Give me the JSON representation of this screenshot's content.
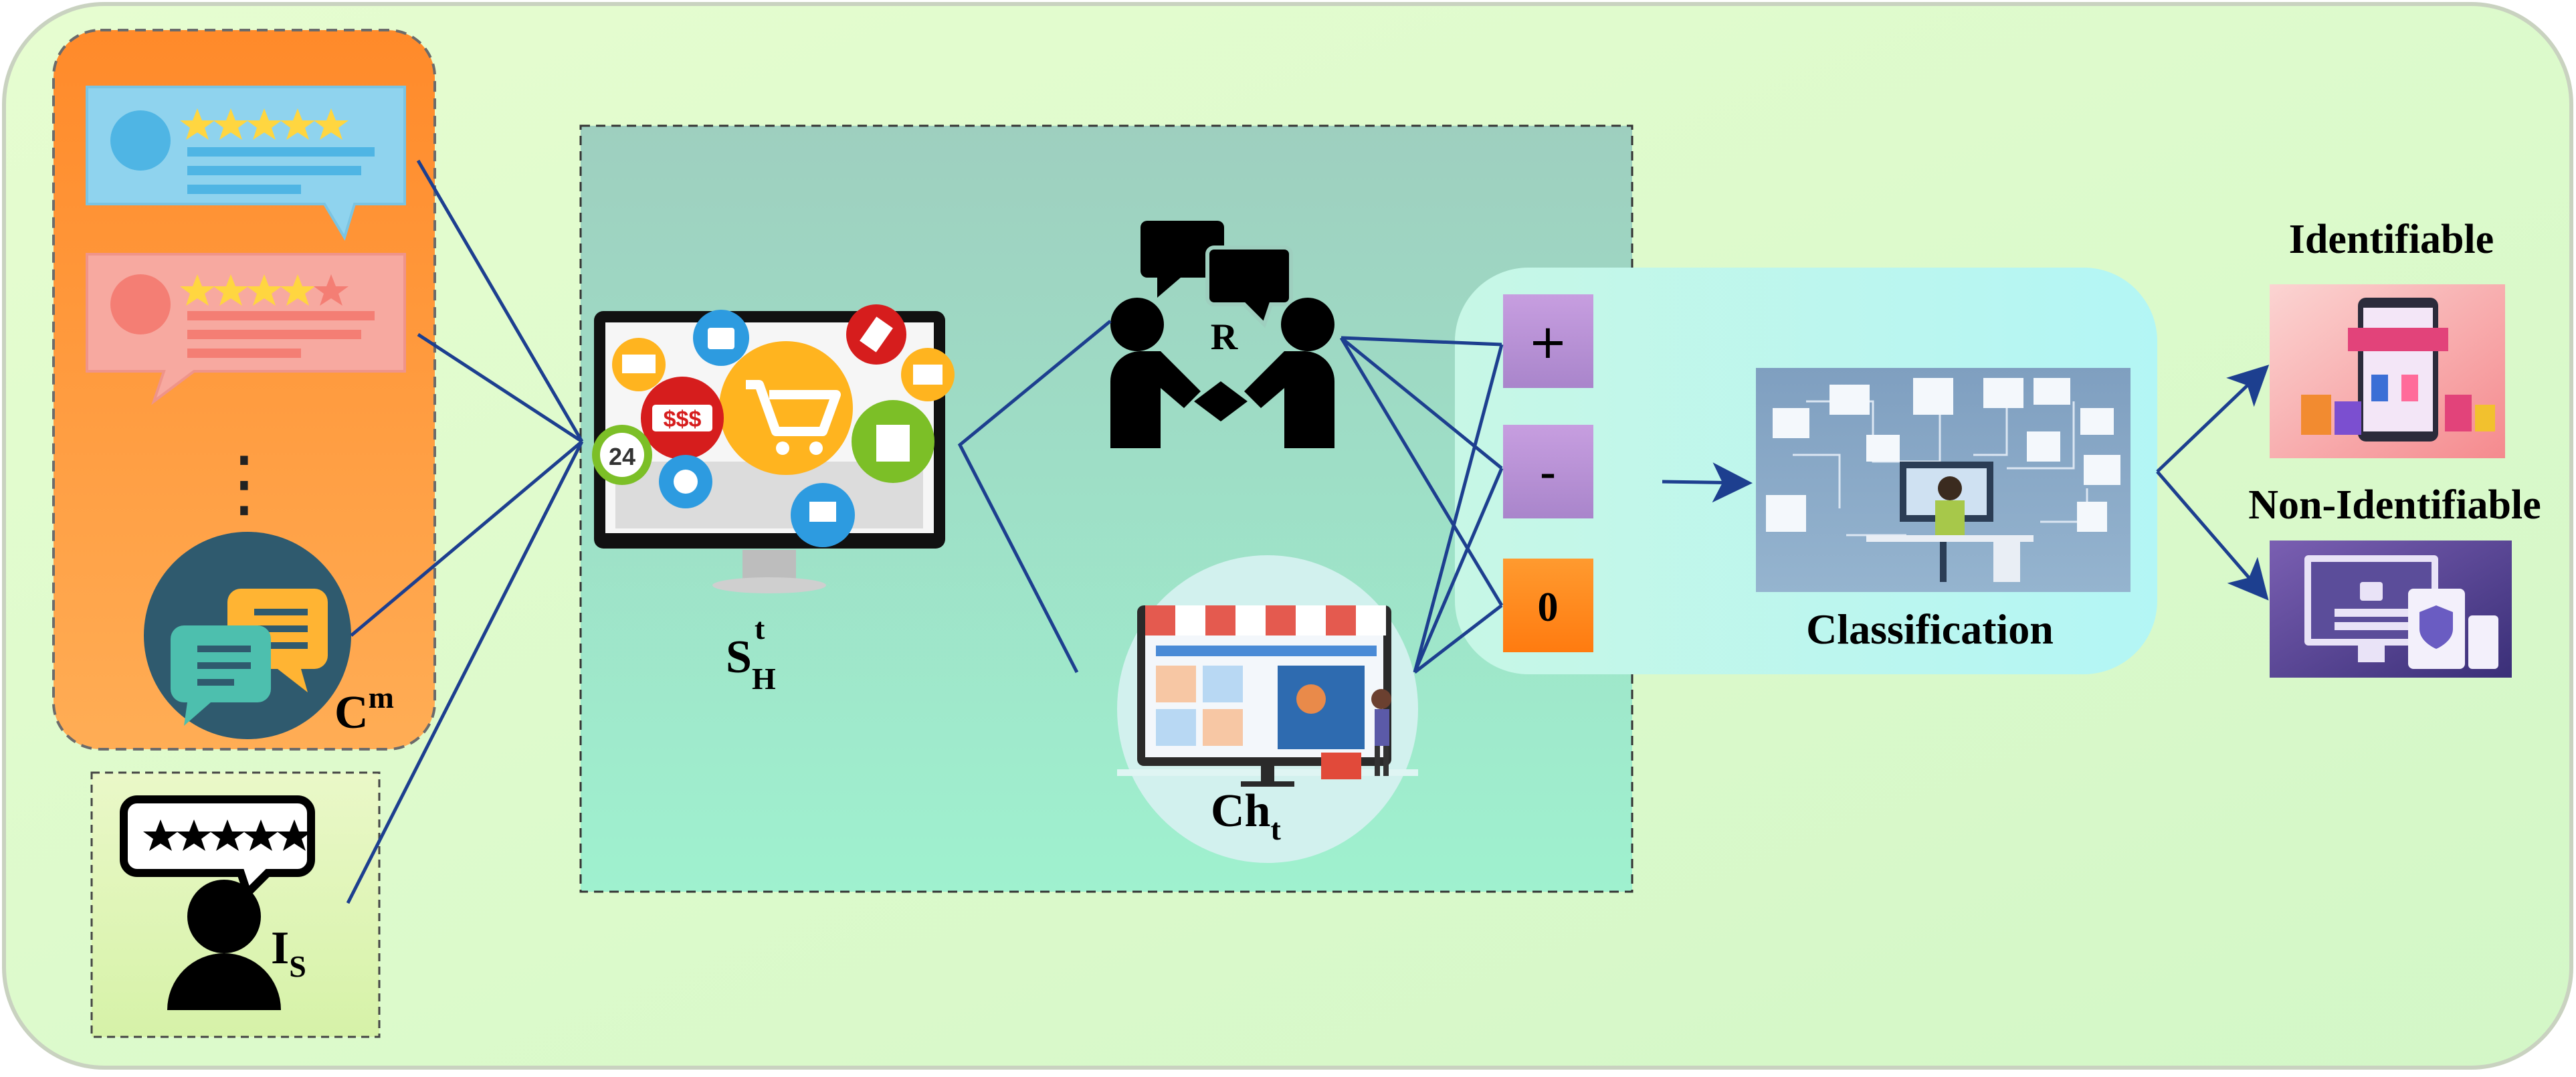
{
  "colors": {
    "background_panel": "#dcfbc8",
    "review_panel": "#ff9a3c",
    "review_blue": "#8fd3ee",
    "review_pink": "#f7a9a0",
    "star": "#ffd640",
    "processing_panel": "#a8dfc5",
    "sentiment_panel": "#b9f5ec",
    "plus_box": "#b58fd3",
    "minus_box": "#b58fd3",
    "zero_box": "#ff8a1e",
    "arrow": "#1d3f8f"
  },
  "labels": {
    "cm_base": "C",
    "cm_sup": "m",
    "is_base": "I",
    "is_sub": "S",
    "sh_base": "S",
    "sh_sup": "t",
    "sh_sub": "H",
    "r": "R",
    "cht_base": "Ch",
    "cht_sub": "t",
    "plus": "+",
    "minus": "-",
    "zero": "0",
    "classification": "Classification",
    "identifiable": "Identifiable",
    "non_identifiable": "Non-Identifiable",
    "ellipsis": "⋮",
    "sss": "$$$",
    "num24": "24"
  },
  "icons": {
    "review_cards": "review-card-icon",
    "chat": "chat-bubbles-icon",
    "user_rating": "user-rating-icon",
    "ecommerce": "ecommerce-monitor-icon",
    "relationship": "handshake-people-icon",
    "channel": "online-store-icon",
    "classification": "data-network-icon",
    "identifiable": "shopping-illustration-icon",
    "non_identifiable": "secure-login-icon"
  }
}
